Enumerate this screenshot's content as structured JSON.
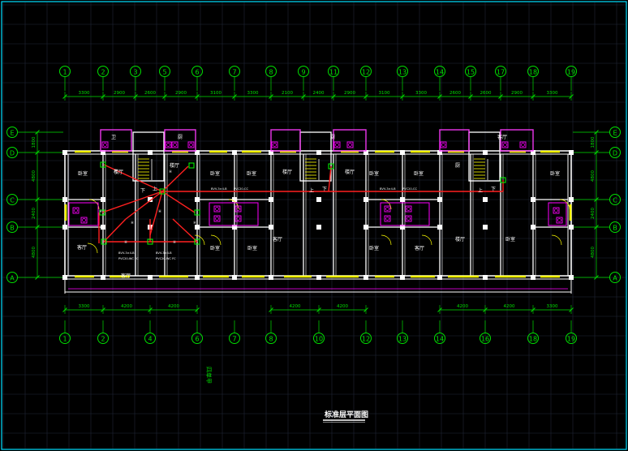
{
  "drawing": {
    "title": "标准层平面图",
    "rotated_note": "四单甲",
    "colors": {
      "background": "#000000",
      "grid": "#202638",
      "frame": "#00e0ff",
      "axis": "#00e000",
      "dimension": "#00e000",
      "wall": "#ffffff",
      "window": "#ffff00",
      "fixture": "#ff00ff",
      "wiring": "#ff2020",
      "text": "#ffffff"
    }
  },
  "axes": {
    "top": [
      "1",
      "2",
      "3",
      "5",
      "6",
      "7",
      "8",
      "9",
      "11",
      "12",
      "13",
      "14",
      "15",
      "17",
      "18",
      "19"
    ],
    "bottom": [
      "1",
      "2",
      "4",
      "6",
      "7",
      "8",
      "10",
      "12",
      "13",
      "14",
      "16",
      "18",
      "19"
    ],
    "left": [
      "E",
      "D",
      "C",
      "B",
      "A"
    ],
    "right": [
      "E",
      "D",
      "C",
      "B",
      "A"
    ]
  },
  "dimensions": {
    "top": [
      "3300",
      "2900",
      "2600",
      "2900",
      "3100",
      "3300",
      "2100",
      "2400",
      "2900",
      "3100",
      "3300",
      "2600",
      "2600",
      "2900",
      "3300"
    ],
    "bottom_left": [
      "3300",
      "4200",
      "4200"
    ],
    "bottom_mid": [
      "4200",
      "4200"
    ],
    "bottom_right": [
      "4200",
      "4200",
      "3300"
    ],
    "left": [
      "1800",
      "4800",
      "2400",
      "4800"
    ],
    "right": [
      "1800",
      "4800",
      "2400",
      "4800"
    ]
  },
  "rooms": [
    {
      "label": "卧室",
      "group": "u1"
    },
    {
      "label": "卫",
      "group": "u1"
    },
    {
      "label": "客厅",
      "group": "u1"
    },
    {
      "label": "客厅",
      "group": "u1"
    },
    {
      "label": "厨",
      "group": "u1"
    },
    {
      "label": "楼厅",
      "group": "u1"
    },
    {
      "label": "楼厅",
      "group": "u1"
    },
    {
      "label": "卧室",
      "group": "u1"
    },
    {
      "label": "卧室",
      "group": "u2"
    },
    {
      "label": "卧室",
      "group": "u2"
    },
    {
      "label": "卧室",
      "group": "u2"
    },
    {
      "label": "客厅",
      "group": "u2"
    },
    {
      "label": "楼厅",
      "group": "u2"
    },
    {
      "label": "厨",
      "group": "u2"
    },
    {
      "label": "楼厅",
      "group": "u2"
    },
    {
      "label": "卧室",
      "group": "u3"
    },
    {
      "label": "卧室",
      "group": "u3"
    },
    {
      "label": "卧室",
      "group": "u3"
    },
    {
      "label": "客厅",
      "group": "u3"
    },
    {
      "label": "楼厅",
      "group": "u3"
    },
    {
      "label": "厨",
      "group": "u3"
    },
    {
      "label": "客厅",
      "group": "u3"
    },
    {
      "label": "卧室",
      "group": "u3"
    },
    {
      "label": "卧室",
      "group": "u3"
    }
  ],
  "stair_labels": [
    "下",
    "上",
    "上",
    "下",
    "上",
    "下"
  ],
  "cable_labels": [
    "BVV-3×4-B",
    "PVC20-CC",
    "BVV-3×4-B",
    "PVC20-CC",
    "BVV-3×4-B",
    "PVC20-WC FC",
    "BVV-3×4-B",
    "PVC20-WC FC"
  ],
  "circuit_labels": [
    "H",
    "H",
    "H",
    "H",
    "H",
    "H",
    "H",
    "H"
  ]
}
